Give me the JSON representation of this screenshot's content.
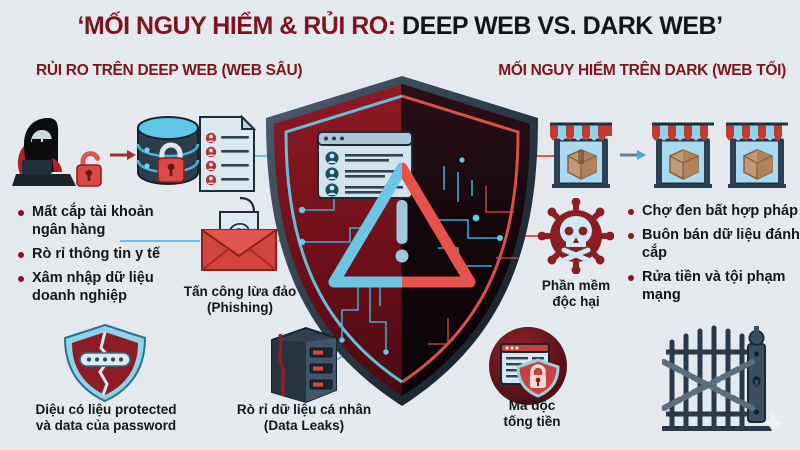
{
  "meta": {
    "background_color": "#e3e9ec",
    "accent_red": "#7d1420",
    "accent_cyan": "#68c3e0",
    "bullet_color": "#8a1222",
    "text_color": "#13171b"
  },
  "title": {
    "part_red": "‘MỐI NGUY HIỂM & RỦI RO:",
    "part_dark": "DEEP WEB VS. DARK WEB’"
  },
  "subtitles": {
    "left": "RỦI RO TRÊN DEEP WEB (WEB SÂU)",
    "right": "MỐI NGUY HIỂM TRÊN DARK (WEB TỐI)"
  },
  "bullets": {
    "left": [
      "Mất cắp tài khoản ngân hàng",
      "Rò rỉ thông tin y tế",
      "Xâm nhập dữ liệu doanh nghiệp"
    ],
    "right": [
      "Chợ đen bất hợp pháp",
      "Buôn bán dữ liệu đánh cắp",
      "Rửa tiền và tội phạm mạng"
    ]
  },
  "captions": {
    "phishing": "Tấn công lừa đảo\n(Phishing)",
    "malware": "Phần mềm\nđộc hại",
    "password": "Diệu có liệu protected\nvà data của password",
    "data_leaks": "Rò rỉ dữ liệu cá nhân\n(Data Leaks)",
    "ransomware": "Mã độc\ntống tiền"
  },
  "icons": {
    "hacker": "hacker-laptop-icon",
    "unlock": "open-padlock-icon",
    "database": "database-locked-icon",
    "document": "user-records-document-icon",
    "envelope": "phishing-email-icon",
    "server": "cracked-server-rack-icon",
    "password_shield": "cracked-password-shield-icon",
    "virus": "virus-skull-icon",
    "ransomware": "ransomware-browser-lock-icon",
    "shops": "black-market-stall-icon",
    "gate": "chained-locked-gate-icon",
    "shield": "split-security-shield-icon",
    "warning": "warning-triangle-icon",
    "watermark": "sparkle-watermark-icon"
  }
}
